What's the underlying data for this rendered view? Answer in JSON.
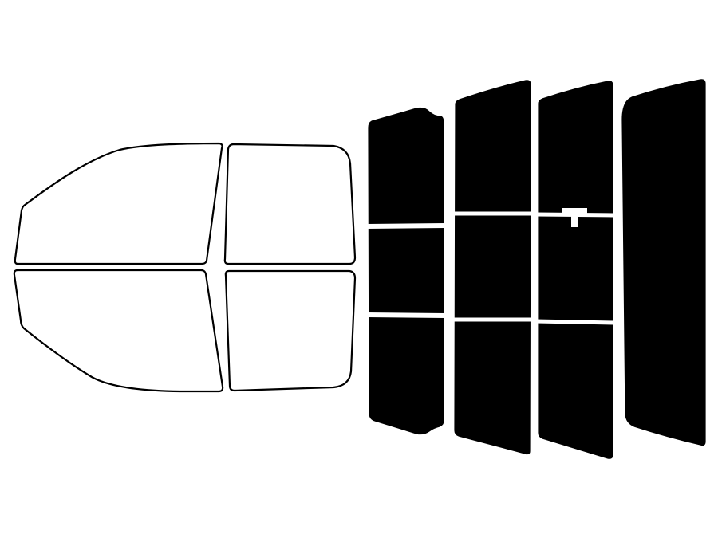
{
  "colors": {
    "background": "#ffffff",
    "outline": "#000000",
    "tint_fill": "#000000",
    "divider": "#ffffff"
  },
  "side_windows": {
    "front_upper": "front-upper-window-outline",
    "rear_upper": "rear-upper-window-outline",
    "front_lower": "front-lower-window-outline",
    "rear_lower": "rear-lower-window-outline"
  },
  "tint_columns": [
    {
      "name": "tint-column-1",
      "segments": 3
    },
    {
      "name": "tint-column-2",
      "segments": 3
    },
    {
      "name": "tint-column-3",
      "segments": 3,
      "has_mirror_mount": true
    },
    {
      "name": "tint-column-4",
      "segments": 1
    }
  ]
}
